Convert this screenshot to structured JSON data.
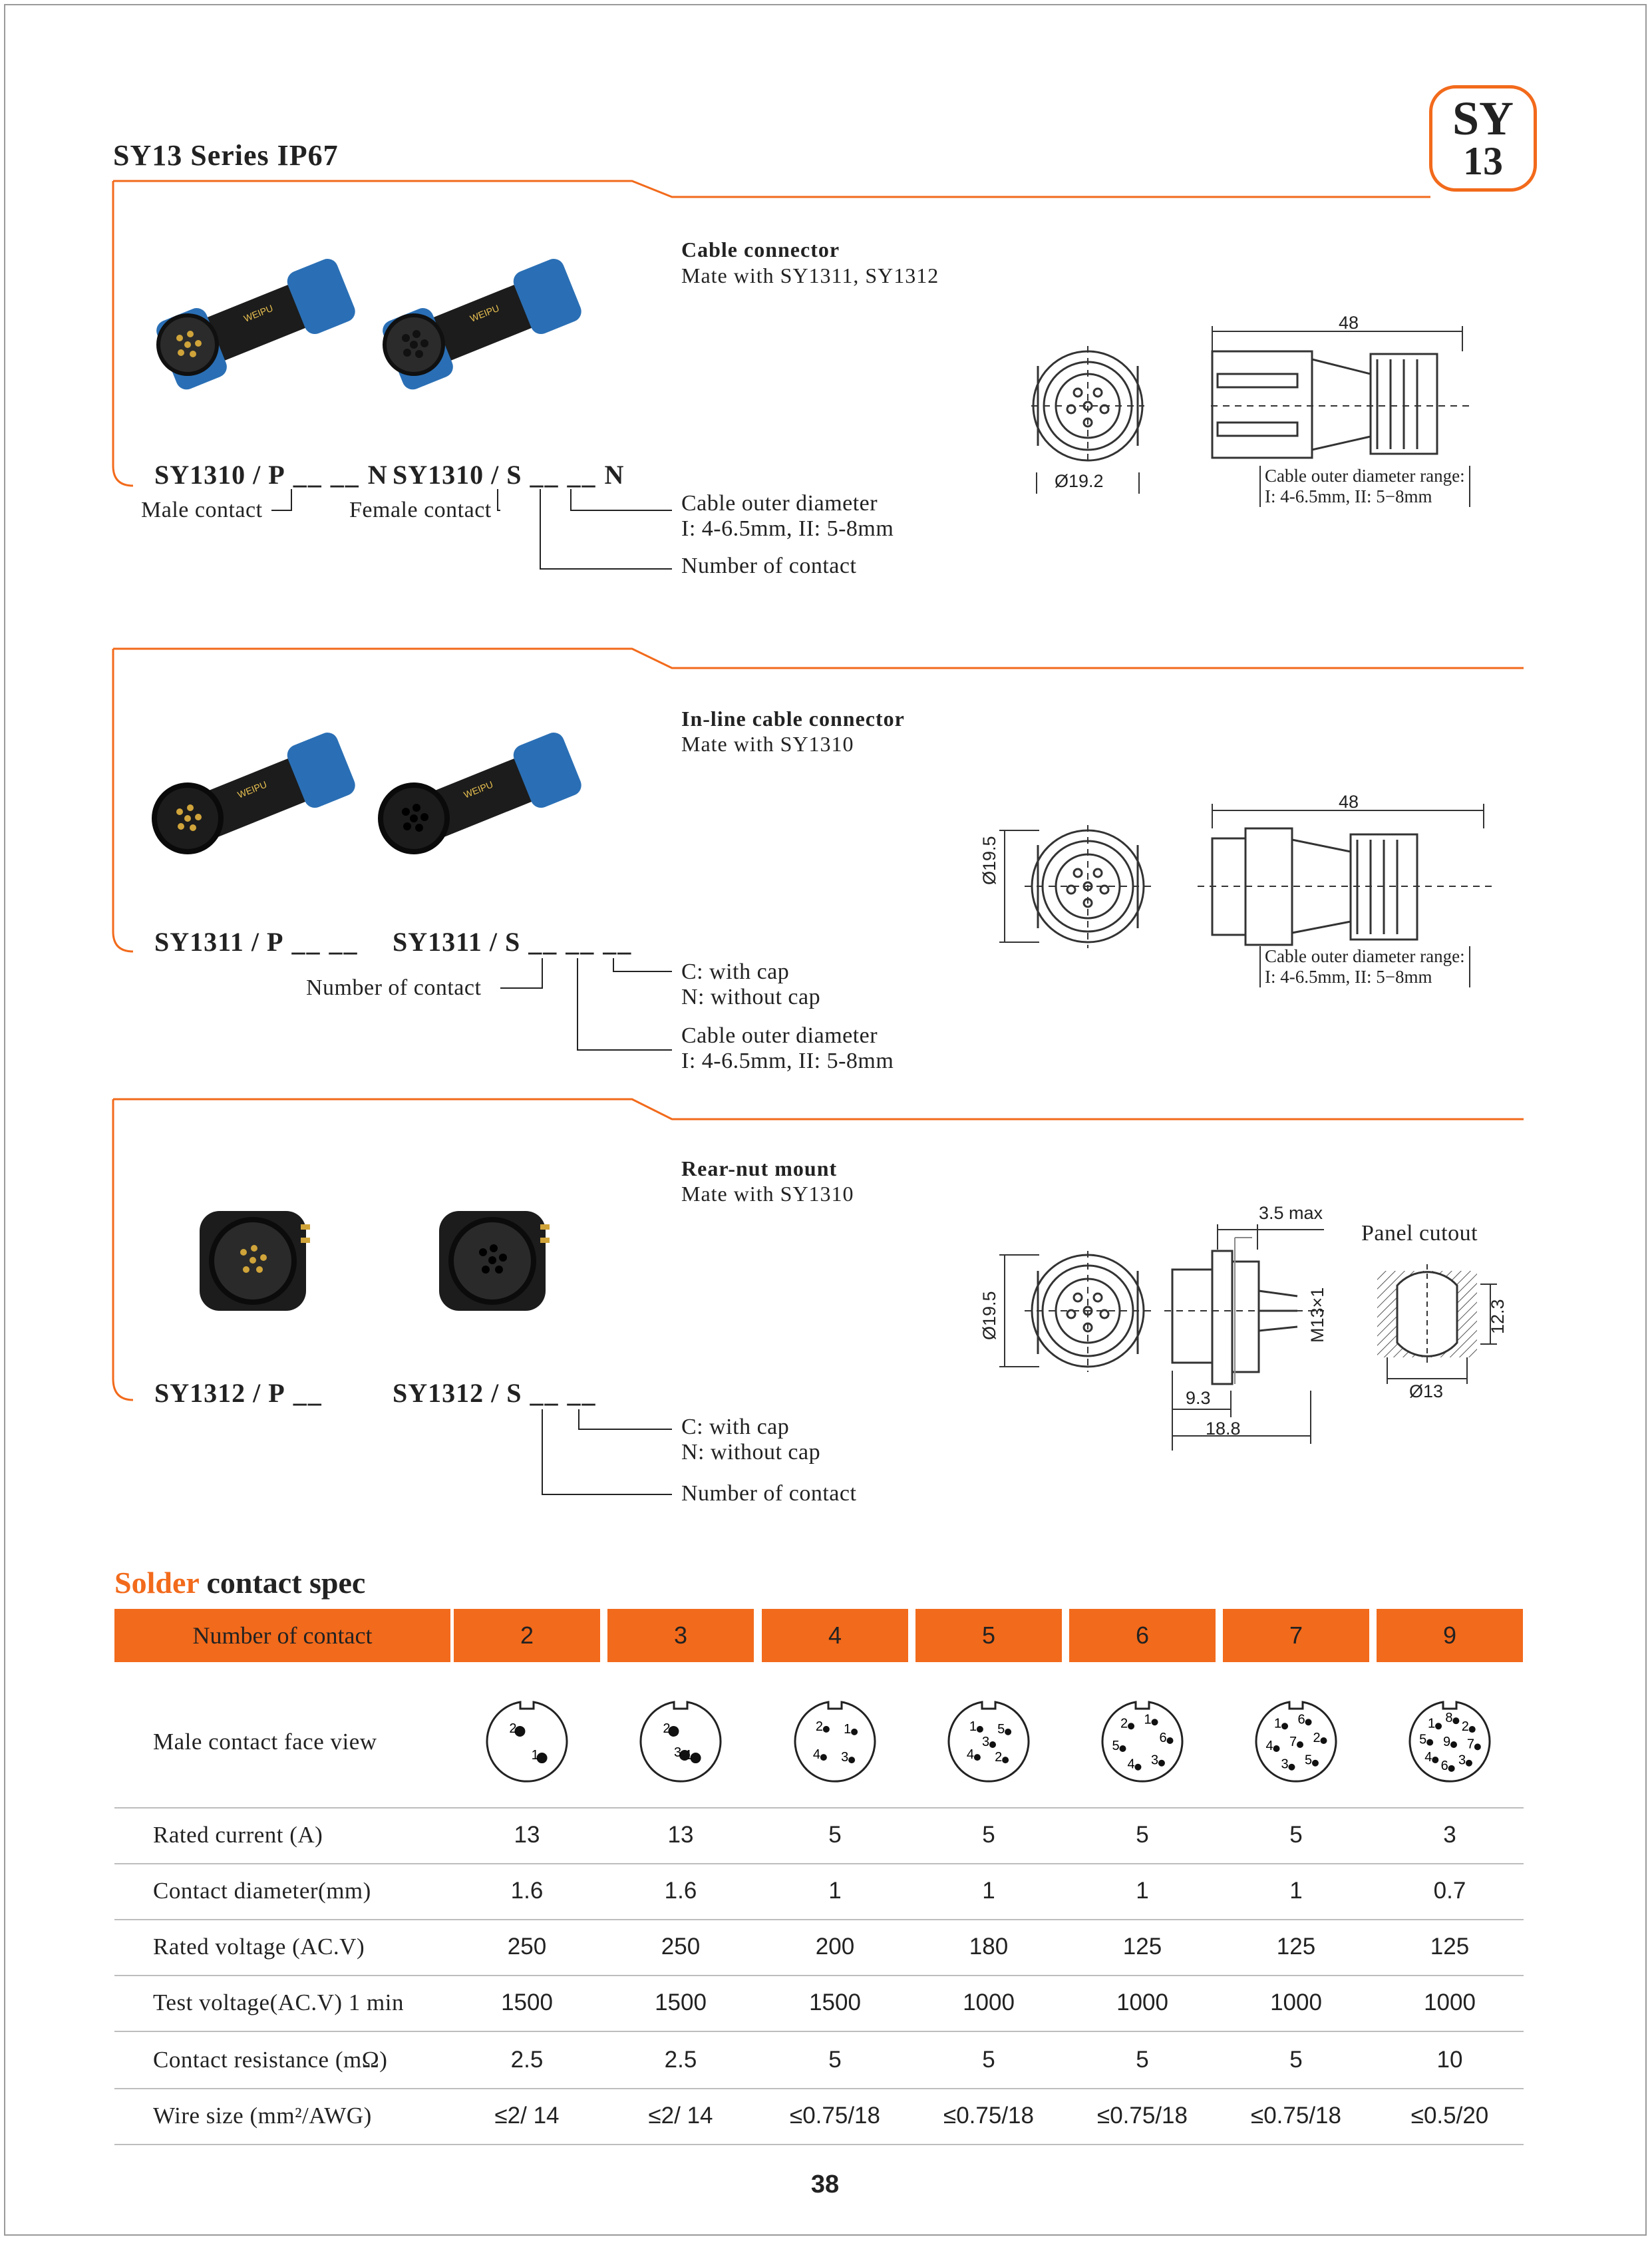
{
  "header": {
    "series_title": "SY13 Series  IP67",
    "badge_line1": "SY",
    "badge_line2": "13"
  },
  "sections": [
    {
      "title": "Cable connector",
      "mate": "Mate with  SY1311, SY1312",
      "code_male": "SY1310 / P",
      "code_male_suffix": "N",
      "code_female": "SY1310 / S",
      "code_female_suffix": "N",
      "label_male": "Male contact",
      "label_female": "Female contact",
      "note1_line1": "Cable outer diameter",
      "note1_line2": "I: 4-6.5mm, II: 5-8mm",
      "note2": "Number of contact",
      "dim_length": "48",
      "dim_diameter": "Ø19.2",
      "range_line1": "Cable outer  diameter range:",
      "range_line2": "I: 4-6.5mm,   II: 5−8mm"
    },
    {
      "title": "In-line cable connector",
      "mate": "Mate with  SY1310",
      "code_male": "SY1311 / P",
      "code_female": "SY1311 / S",
      "label_number": "Number of contact",
      "note1_line1": "C: with cap",
      "note1_line2": "N: without cap",
      "note2_line1": "Cable outer diameter",
      "note2_line2": "I: 4-6.5mm, II: 5-8mm",
      "dim_length": "48",
      "dim_diameter": "Ø19.5",
      "range_line1": "Cable outer  diameter range:",
      "range_line2": "I: 4-6.5mm,   II: 5−8mm"
    },
    {
      "title": "Rear-nut mount",
      "mate": "Mate with  SY1310",
      "code_male": "SY1312 / P",
      "code_female": "SY1312 / S",
      "note1_line1": "C: with cap",
      "note1_line2": "N: without cap",
      "note2": "Number of contact",
      "dim_diameter": "Ø19.5",
      "dim_max": "3.5 max",
      "dim_thread": "M13×1",
      "dim_a": "9.3",
      "dim_b": "18.8",
      "panel_title": "Panel cutout",
      "panel_d": "Ø13",
      "panel_h": "12.3"
    }
  ],
  "spec": {
    "title_accent": "Solder",
    "title_rest": " contact spec",
    "header_label": "Number of contact",
    "columns": [
      "2",
      "3",
      "4",
      "5",
      "6",
      "7",
      "9"
    ],
    "face_view_label": "Male  contact  face  view",
    "face_views": [
      {
        "pins": [
          "2",
          "1"
        ]
      },
      {
        "pins": [
          "2",
          "1",
          "3"
        ]
      },
      {
        "pins": [
          "2",
          "1",
          "3",
          "4"
        ]
      },
      {
        "pins": [
          "1",
          "5",
          "3",
          "2",
          "4"
        ]
      },
      {
        "pins": [
          "2",
          "1",
          "6",
          "3",
          "4",
          "5"
        ]
      },
      {
        "pins": [
          "1",
          "6",
          "2",
          "7",
          "5",
          "3",
          "4"
        ]
      },
      {
        "pins": [
          "1",
          "8",
          "2",
          "9",
          "7",
          "3",
          "6",
          "4",
          "5"
        ]
      }
    ],
    "rows": [
      {
        "label": "Rated current (A)",
        "values": [
          "13",
          "13",
          "5",
          "5",
          "5",
          "5",
          "3"
        ]
      },
      {
        "label": "Contact diameter(mm)",
        "values": [
          "1.6",
          "1.6",
          "1",
          "1",
          "1",
          "1",
          "0.7"
        ]
      },
      {
        "label": "Rated voltage (AC.V)",
        "values": [
          "250",
          "250",
          "200",
          "180",
          "125",
          "125",
          "125"
        ]
      },
      {
        "label": "Test voltage(AC.V) 1 min",
        "values": [
          "1500",
          "1500",
          "1500",
          "1000",
          "1000",
          "1000",
          "1000"
        ]
      },
      {
        "label": "Contact resistance (mΩ)",
        "values": [
          "2.5",
          "2.5",
          "5",
          "5",
          "5",
          "5",
          "10"
        ]
      },
      {
        "label": "Wire size (mm²/AWG)",
        "values": [
          "≤2/ 14",
          "≤2/ 14",
          "≤0.75/18",
          "≤0.75/18",
          "≤0.75/18",
          "≤0.75/18",
          "≤0.5/20"
        ]
      }
    ]
  },
  "footer": {
    "page_number": "38"
  },
  "colors": {
    "accent": "#f26a1b",
    "connector_blue": "#2a6fb5",
    "connector_black": "#1c1c1c"
  }
}
